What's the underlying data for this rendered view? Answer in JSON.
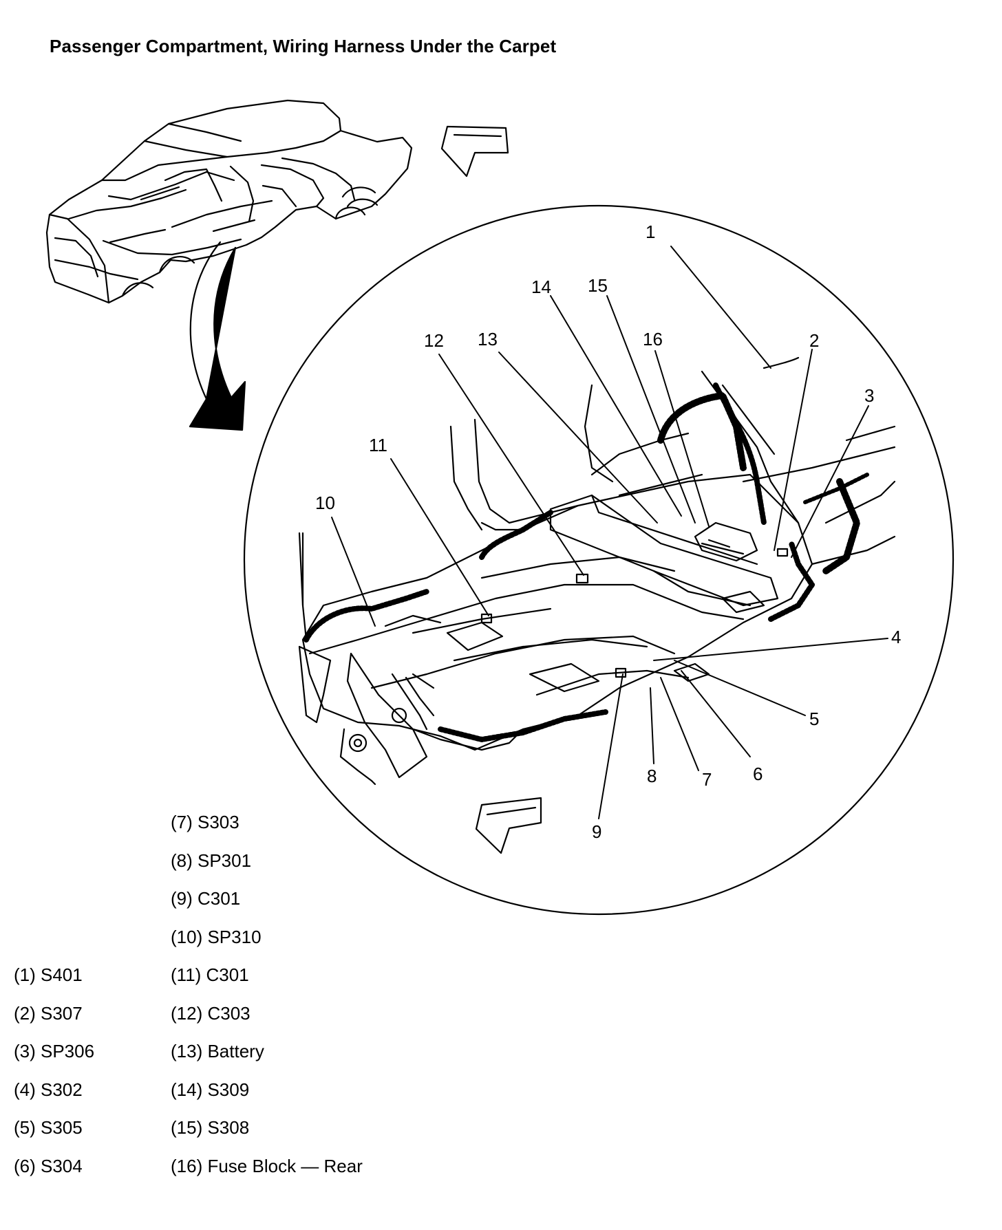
{
  "title": "Passenger Compartment, Wiring Harness Under the Carpet",
  "callouts": [
    "1",
    "2",
    "3",
    "4",
    "5",
    "6",
    "7",
    "8",
    "9",
    "10",
    "11",
    "12",
    "13",
    "14",
    "15",
    "16"
  ],
  "legend_left": [
    "(1) S401",
    "(2) S307",
    "(3) SP306",
    "(4) S302",
    "(5) S305",
    "(6) S304"
  ],
  "legend_right": [
    "(7) S303",
    "(8) SP301",
    "(9) C301",
    "(10) SP310",
    "(11) C301",
    "(12) C303",
    "(13) Battery",
    "(14) S309",
    "(15) S308",
    "(16) Fuse Block — Rear"
  ]
}
